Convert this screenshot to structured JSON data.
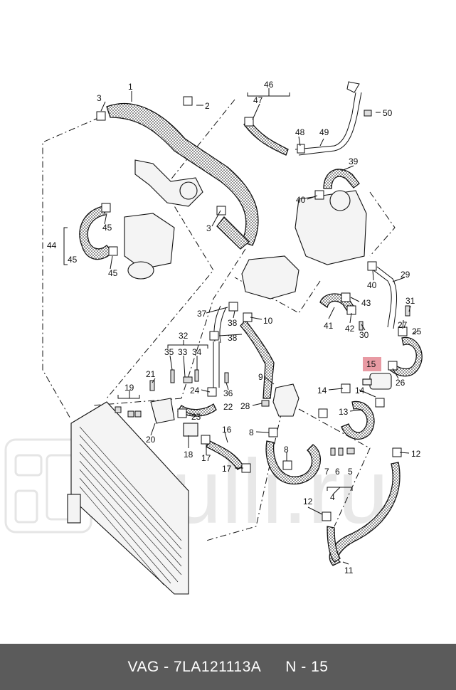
{
  "diagram": {
    "callouts": [
      "1",
      "2",
      "3",
      "3",
      "4",
      "5",
      "6",
      "7",
      "8",
      "8",
      "9",
      "10",
      "11",
      "12",
      "12",
      "13",
      "14",
      "14",
      "15",
      "16",
      "17",
      "17",
      "18",
      "19",
      "20",
      "21",
      "22",
      "23",
      "24",
      "25",
      "26",
      "27",
      "28",
      "29",
      "30",
      "31",
      "32",
      "33",
      "34",
      "35",
      "36",
      "37",
      "38",
      "38",
      "39",
      "40",
      "40",
      "41",
      "42",
      "43",
      "44",
      "45",
      "45",
      "45",
      "46",
      "47",
      "48",
      "49",
      "50"
    ],
    "highlighted_part": "15",
    "watermark": "Rulli.ru"
  },
  "footer": {
    "part_ref": "VAG - 7LA121113A",
    "position": "N - 15"
  },
  "colors": {
    "highlight": "#e89aa3",
    "footer_bg": "#5b5b5b",
    "footer_text": "#ffffff"
  }
}
